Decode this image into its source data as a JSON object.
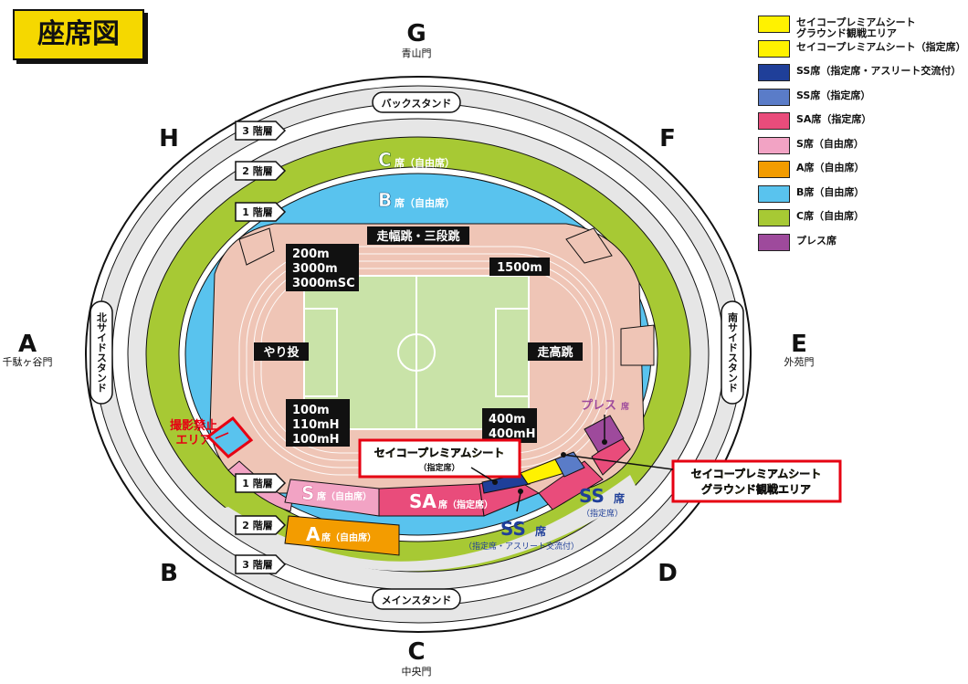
{
  "title": "座席図",
  "gates": {
    "G": {
      "letter": "G",
      "name": "青山門"
    },
    "F": {
      "letter": "F",
      "name": ""
    },
    "E": {
      "letter": "E",
      "name": "外苑門"
    },
    "D": {
      "letter": "D",
      "name": ""
    },
    "C": {
      "letter": "C",
      "name": "中央門"
    },
    "B": {
      "letter": "B",
      "name": ""
    },
    "A": {
      "letter": "A",
      "name": "千駄ヶ谷門"
    },
    "H": {
      "letter": "H",
      "name": ""
    }
  },
  "stands": {
    "back": "バックスタンド",
    "main": "メインスタンド",
    "north": "北サイドスタンド",
    "south": "南サイドスタンド"
  },
  "floors": {
    "f3": "3 階層",
    "f2": "2 階層",
    "f1": "1 階層"
  },
  "sections": {
    "c_seat": "C",
    "c_sub": "席（自由席）",
    "b_seat": "B",
    "b_sub": "席（自由席）",
    "s_seat": "S",
    "s_sub": "席（自由席）",
    "sa_seat": "SA",
    "sa_sub": "席（指定席）",
    "a_seat": "A",
    "a_sub": "席（自由席）",
    "ss_right": "SS",
    "ss_right_suffix": "席",
    "ss_right_sub": "（指定席）",
    "ss_main": "SS",
    "ss_main_suffix": "席",
    "ss_main_sub": "（指定席・アスリート交流付）",
    "press": "プレス",
    "press_suffix": "席"
  },
  "field_labels": {
    "start_200": "200m",
    "start_3000": "3000m",
    "start_3000sc": "3000mSC",
    "long_jump": "走幅跳・三段跳",
    "start_1500": "1500m",
    "javelin": "やり投",
    "high_jump": "走高跳",
    "start_100": "100m",
    "start_110h": "110mH",
    "start_100h": "100mH",
    "start_400": "400m",
    "start_400h": "400mH"
  },
  "no_photo": {
    "line1": "撮影禁止",
    "line2": "エリア"
  },
  "callouts": {
    "premium_line1": "セイコープレミアムシート",
    "premium_line2": "（指定席）",
    "ground_line1": "セイコープレミアムシート",
    "ground_line2": "グラウンド観戦エリア"
  },
  "legend": [
    {
      "color": "#fff200",
      "line1": "セイコープレミアムシート",
      "line2": "グラウンド観戦エリア"
    },
    {
      "color": "#fff200",
      "line1": "セイコープレミアムシート（指定席）",
      "line2": ""
    },
    {
      "color": "#1f3f99",
      "line1": "SS席（指定席・アスリート交流付）",
      "line2": ""
    },
    {
      "color": "#5a7cc8",
      "line1": "SS席（指定席）",
      "line2": ""
    },
    {
      "color": "#e94c7b",
      "line1": "SA席（指定席）",
      "line2": ""
    },
    {
      "color": "#f2a3c4",
      "line1": "S席（自由席）",
      "line2": ""
    },
    {
      "color": "#f39c00",
      "line1": "A席（自由席）",
      "line2": ""
    },
    {
      "color": "#59c3ee",
      "line1": "B席（自由席）",
      "line2": ""
    },
    {
      "color": "#a7c934",
      "line1": "C席（自由席）",
      "line2": ""
    },
    {
      "color": "#9e4a9c",
      "line1": "プレス席",
      "line2": ""
    }
  ],
  "colors": {
    "title_bg": "#f5d800",
    "c_green": "#a7c934",
    "b_blue": "#59c3ee",
    "track": "#efc5b6",
    "field": "#c9e3a8",
    "sa_pink": "#e94c7b",
    "s_pink": "#f2a3c4",
    "a_orange": "#f39c00",
    "ss_navy": "#1f3f99",
    "ss_blue": "#5a7cc8",
    "premium_yellow": "#fff200",
    "press_purple": "#9e4a9c",
    "alert_red": "#e60012"
  }
}
